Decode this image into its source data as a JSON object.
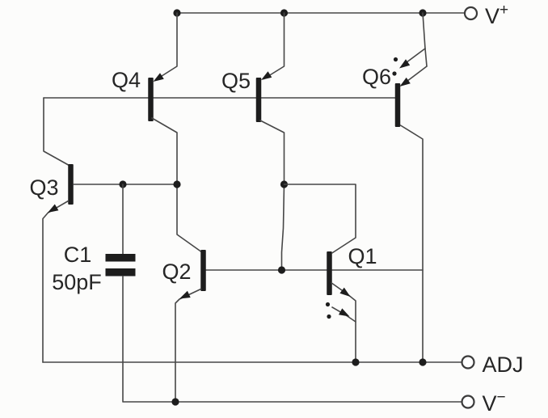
{
  "diagram": {
    "type": "transistor-schematic",
    "labels": {
      "q1": "Q1",
      "q2": "Q2",
      "q3": "Q3",
      "q4": "Q4",
      "q5": "Q5",
      "q6": "Q6",
      "c1_name": "C1",
      "c1_value": "50pF"
    },
    "terminals": {
      "vplus_base": "V",
      "vplus_sup": "+",
      "adj": "ADJ",
      "vminus_base": "V",
      "vminus_sup": "−"
    },
    "components": [
      {
        "designator": "Q1",
        "symbol": "npn-transistor-multi-emitter"
      },
      {
        "designator": "Q2",
        "symbol": "npn-transistor"
      },
      {
        "designator": "Q3",
        "symbol": "npn-transistor"
      },
      {
        "designator": "Q4",
        "symbol": "pnp-transistor"
      },
      {
        "designator": "Q5",
        "symbol": "pnp-transistor"
      },
      {
        "designator": "Q6",
        "symbol": "pnp-transistor-multi-emitter"
      },
      {
        "designator": "C1",
        "symbol": "capacitor",
        "value": "50pF"
      }
    ],
    "terminal_names": [
      "V+",
      "ADJ",
      "V−"
    ],
    "colors": {
      "wire": "#474747",
      "ink": "#1d1d1d",
      "background": "#fcfcfb"
    }
  }
}
